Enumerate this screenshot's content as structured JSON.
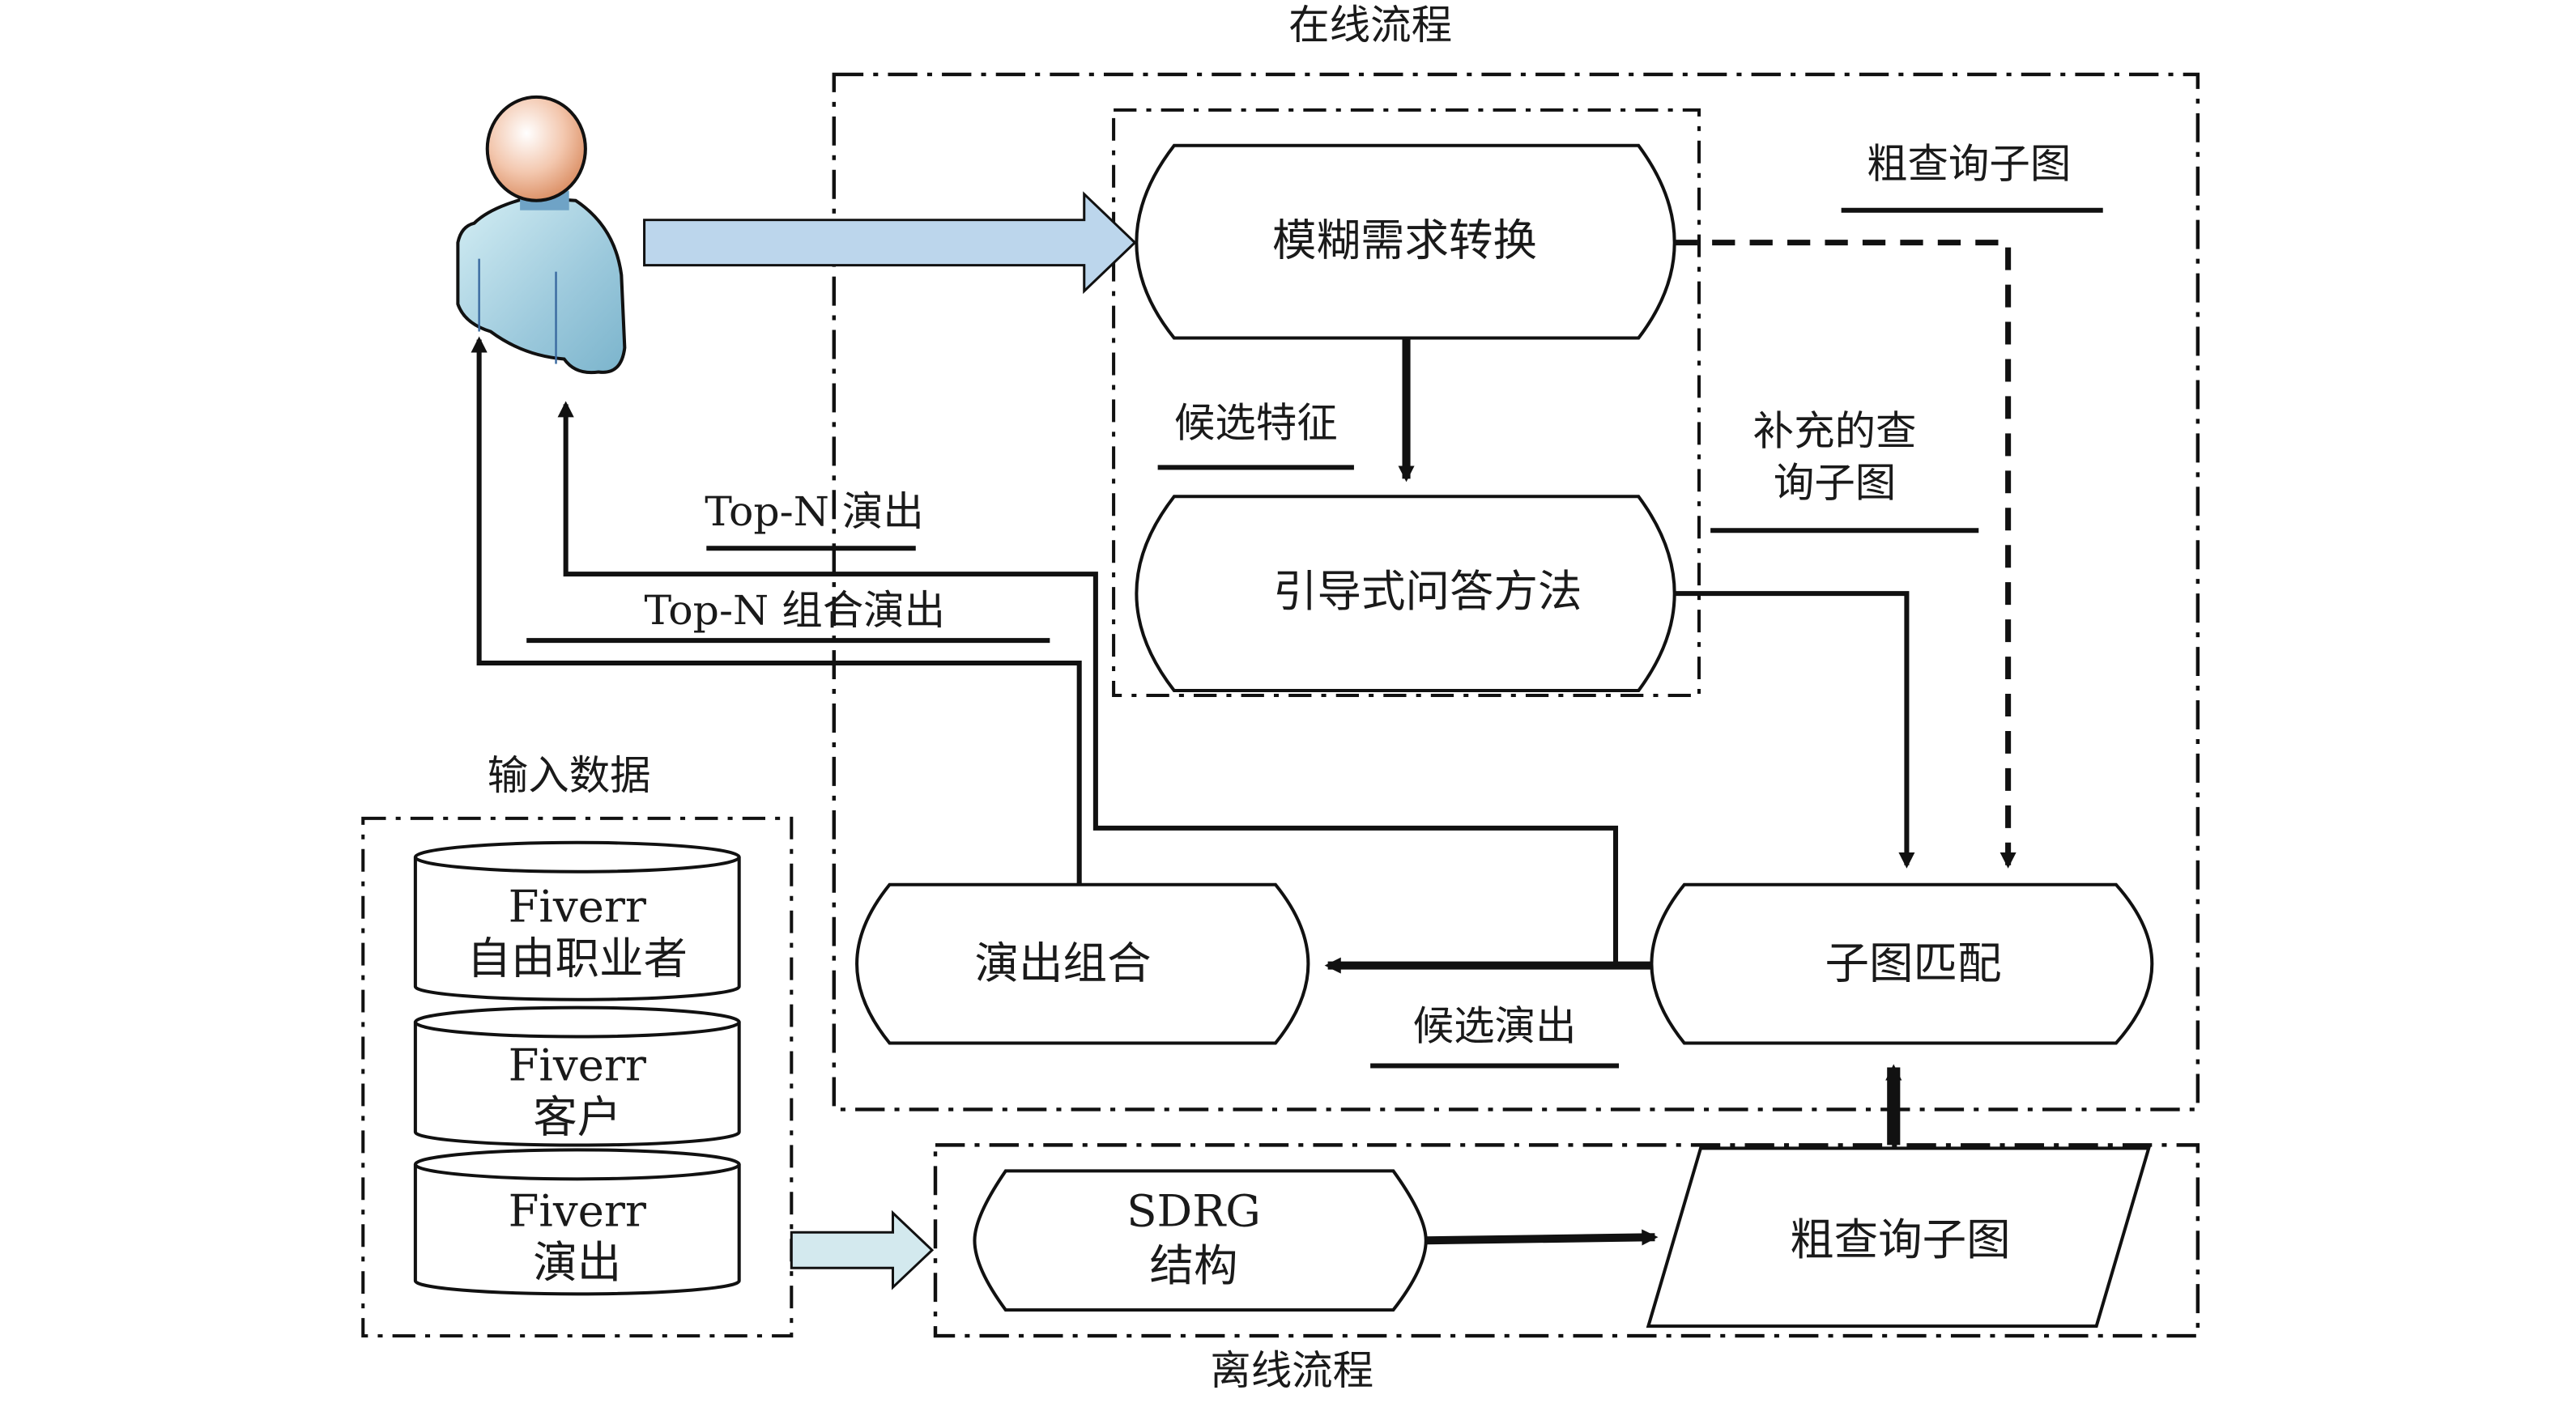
{
  "title": "在线流程",
  "online_process": {
    "label": "在线流程",
    "nodes": {
      "fuzzy_conversion": "模糊需求转换",
      "guided_qa": "引导式问答方法",
      "subgraph_matching": "子图匹配",
      "performance_combination": "演出组合"
    },
    "edge_labels": {
      "candidate_features": "候选特征",
      "coarse_query_subgraph": "粗查询子图",
      "supplementary_query_subgraph_line1": "补充的查",
      "supplementary_query_subgraph_line2": "询子图",
      "candidate_performances": "候选演出",
      "top_n_performances": "Top-N 演出",
      "top_n_combined_performances": "Top-N 组合演出"
    }
  },
  "offline_process": {
    "label": "离线流程",
    "nodes": {
      "sdrg_line1": "SDRG",
      "sdrg_line2": "结构",
      "coarse_query_subgraph": "粗查询子图"
    }
  },
  "input_data": {
    "label": "输入数据",
    "databases": [
      {
        "line1": "Fiverr",
        "line2": "自由职业者"
      },
      {
        "line1": "Fiverr",
        "line2": "客户"
      },
      {
        "line1": "Fiverr",
        "line2": "演出"
      }
    ]
  },
  "actors": {
    "user": "user-icon"
  },
  "colors": {
    "user_arrow_fill": "#bcd6ec",
    "input_arrow_fill": "#d3e9ee",
    "user_body": "#9fd0e0",
    "user_head": "#f2c2a8",
    "stroke": "#111111"
  }
}
